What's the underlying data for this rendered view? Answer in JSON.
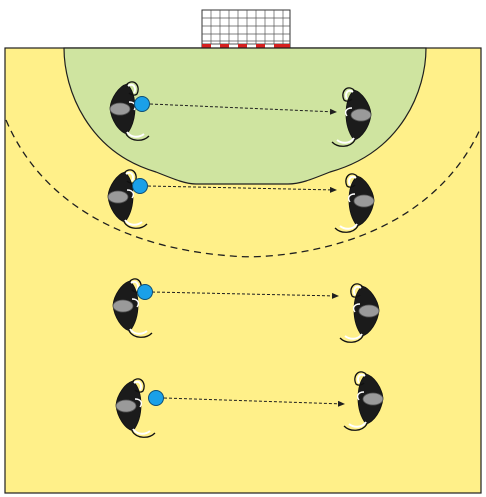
{
  "diagram": {
    "type": "handball-drill",
    "colors": {
      "court": "#fff089",
      "goal_area": "#cfe4a0",
      "lines": "#1f1f1f",
      "goal_post_red": "#d6201f",
      "ball": "#1aa0e8",
      "player_body": "#1b1b1b",
      "player_head": "#9a9a9a"
    },
    "players": [
      {
        "id": "passer-1",
        "side": "left",
        "has_ball": true
      },
      {
        "id": "receiver-1",
        "side": "right",
        "has_ball": false
      },
      {
        "id": "passer-2",
        "side": "left",
        "has_ball": true
      },
      {
        "id": "receiver-2",
        "side": "right",
        "has_ball": false
      },
      {
        "id": "passer-3",
        "side": "left",
        "has_ball": true
      },
      {
        "id": "receiver-3",
        "side": "right",
        "has_ball": false
      },
      {
        "id": "passer-4",
        "side": "left",
        "has_ball": true
      },
      {
        "id": "receiver-4",
        "side": "right",
        "has_ball": false
      }
    ],
    "passes": [
      {
        "from": "passer-1",
        "to": "receiver-1",
        "style": "dashed-arrow"
      },
      {
        "from": "passer-2",
        "to": "receiver-2",
        "style": "dashed-arrow"
      },
      {
        "from": "passer-3",
        "to": "receiver-3",
        "style": "dashed-arrow"
      },
      {
        "from": "passer-4",
        "to": "receiver-4",
        "style": "dashed-arrow"
      }
    ]
  }
}
